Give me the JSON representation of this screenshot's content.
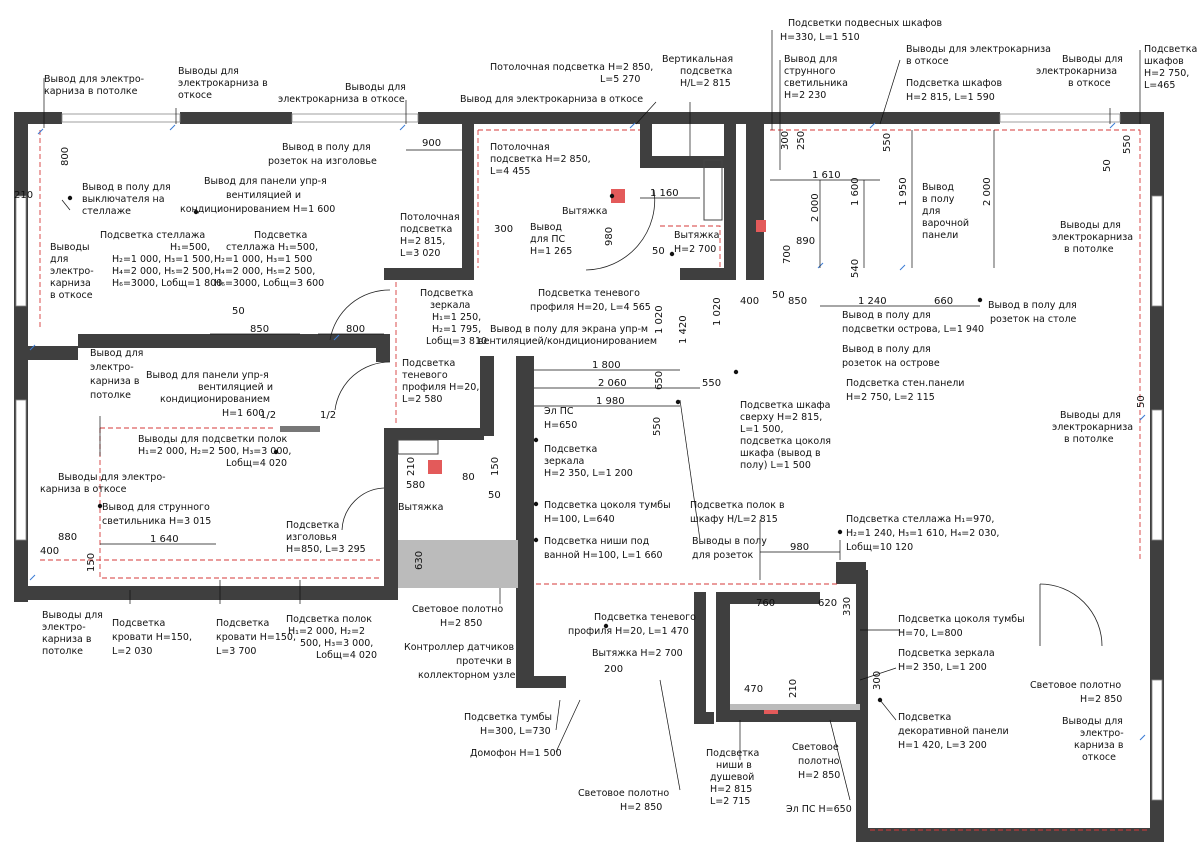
{
  "labels": [
    {
      "id": "l1",
      "lines": [
        "Вывод для электро-",
        "карниза в потолке"
      ]
    },
    {
      "id": "l2",
      "lines": [
        "Выводы для",
        "электрокарниза в",
        "откосе"
      ]
    },
    {
      "id": "l3",
      "lines": [
        "Выводы для",
        "электрокарниза в откосе"
      ]
    },
    {
      "id": "l4",
      "lines": [
        "Потолочная подсветка H=2 850,",
        "L=5 270"
      ]
    },
    {
      "id": "l5",
      "lines": [
        "Вывод для электрокарниза в откосе"
      ]
    },
    {
      "id": "l6",
      "lines": [
        "Вертикальная",
        "подсветка",
        "H/L=2 815"
      ]
    },
    {
      "id": "l7",
      "lines": [
        "Подсветки подвесных шкафов",
        "H=330, L=1 510"
      ]
    },
    {
      "id": "l8",
      "lines": [
        "Вывод для",
        "струнного",
        "светильника",
        "H=2 230"
      ]
    },
    {
      "id": "l9",
      "lines": [
        "Выводы для электрокарниза",
        "в откосе"
      ]
    },
    {
      "id": "l10",
      "lines": [
        "Подсветка шкафов",
        "H=2 815, L=1 590"
      ]
    },
    {
      "id": "l11",
      "lines": [
        "Выводы для",
        "электрокарниза",
        "в откосе"
      ]
    },
    {
      "id": "l12",
      "lines": [
        "Подсветка",
        "шкафов",
        "H=2 750,",
        "L=465"
      ]
    },
    {
      "id": "l13",
      "lines": [
        "Вывод в полу для",
        "розеток на изголовье"
      ]
    },
    {
      "id": "l14",
      "lines": [
        "Потолочная",
        "подсветка H=2 850,",
        "L=4 455"
      ]
    },
    {
      "id": "l15",
      "lines": [
        "Вывод в полу для",
        "выключателя на",
        "стеллаже"
      ]
    },
    {
      "id": "l16",
      "lines": [
        "Вывод для панели упр-я",
        "вентиляцией и",
        "кондиционированием H=1 600"
      ]
    },
    {
      "id": "l17",
      "lines": [
        "Вытяжка"
      ]
    },
    {
      "id": "l18",
      "lines": [
        "Вывод",
        "в полу",
        "для",
        "варочной",
        "панели"
      ]
    },
    {
      "id": "l19",
      "lines": [
        "Потолочная",
        "подсветка",
        "H=2 815,",
        "L=3 020"
      ]
    },
    {
      "id": "l20",
      "lines": [
        "Вывод",
        "для ПС",
        "H=1 265"
      ]
    },
    {
      "id": "l21",
      "lines": [
        "Вытяжка",
        "H=2 700"
      ]
    },
    {
      "id": "l22",
      "lines": [
        "Выводы для",
        "электрокарниза",
        "в потолке"
      ]
    },
    {
      "id": "l23",
      "lines": [
        "Выводы",
        "для",
        "электро-",
        "карниза",
        "в откосе"
      ]
    },
    {
      "id": "l24",
      "lines": [
        "Подсветка стеллажа",
        "H₁=500,",
        "H₂=1 000, H₃=1 500,",
        "H₄=2 000, H₅=2 500,",
        "H₆=3000, Lобщ=1 800"
      ]
    },
    {
      "id": "l25",
      "lines": [
        "Подсветка",
        "стеллажа H₁=500,",
        "H₂=1 000, H₃=1 500",
        "H₄=2 000, H₅=2 500,",
        "H₆=3000, Lобщ=3 600"
      ]
    },
    {
      "id": "l26",
      "lines": [
        "Подсветка теневого",
        "профиля H=20, L=4 565"
      ]
    },
    {
      "id": "l27",
      "lines": [
        "Вывод в полу для",
        "розеток на столе"
      ]
    },
    {
      "id": "l28",
      "lines": [
        "Подсветка",
        "зеркала",
        "H₁=1 250,",
        "H₂=1 795,",
        "Lобщ=3 810"
      ]
    },
    {
      "id": "l29",
      "lines": [
        "Вывод в полу для",
        "подсветки острова, L=1 940"
      ]
    },
    {
      "id": "l30",
      "lines": [
        "Вывод в полу для экрана упр-м",
        "вентиляцией/кондиционированием"
      ]
    },
    {
      "id": "l31",
      "lines": [
        "Вывод в полу для",
        "розеток на острове"
      ]
    },
    {
      "id": "l32",
      "lines": [
        "Вывод для",
        "электро-",
        "карниза в",
        "потолке"
      ]
    },
    {
      "id": "l33",
      "lines": [
        "Вывод для панели упр-я",
        "вентиляцией и",
        "кондиционированием",
        "H=1 600"
      ]
    },
    {
      "id": "l34",
      "lines": [
        "Подсветка",
        "теневого",
        "профиля H=20,",
        "L=2 580"
      ]
    },
    {
      "id": "l35",
      "lines": [
        "Подсветка стен.панели",
        "H=2 750, L=2 115"
      ]
    },
    {
      "id": "l36",
      "lines": [
        "Эл ПС",
        "H=650"
      ]
    },
    {
      "id": "l37",
      "lines": [
        "Подсветка шкафа",
        "сверху H=2 815,",
        "L=1 500,",
        "подсветка цоколя",
        "шкафа (вывод в",
        "полу) L=1 500"
      ]
    },
    {
      "id": "l38",
      "lines": [
        "Выводы для",
        "электрокарниза",
        "в потолке"
      ]
    },
    {
      "id": "l39",
      "lines": [
        "Выводы для подсветки полок",
        "H₁=2 000, H₂=2 500, H₃=3 000,",
        "Lобщ=4 020"
      ]
    },
    {
      "id": "l40",
      "lines": [
        "Подсветка",
        "зеркала",
        "H=2 350, L=1 200"
      ]
    },
    {
      "id": "l41",
      "lines": [
        "Выводы для электро-",
        "карниза в откосе"
      ]
    },
    {
      "id": "l42",
      "lines": [
        "Вытяжка"
      ]
    },
    {
      "id": "l43",
      "lines": [
        "Вывод для струнного",
        "светильника H=3 015"
      ]
    },
    {
      "id": "l44",
      "lines": [
        "Подсветка цоколя тумбы",
        "H=100, L=640"
      ]
    },
    {
      "id": "l45",
      "lines": [
        "Подсветка полок в",
        "шкафу H/L=2 815"
      ]
    },
    {
      "id": "l46",
      "lines": [
        "Подсветка",
        "изголовья",
        "H=850, L=3 295"
      ]
    },
    {
      "id": "l47",
      "lines": [
        "Подсветка ниши под",
        "ванной H=100, L=1 660"
      ]
    },
    {
      "id": "l48",
      "lines": [
        "Подсветка стеллажа H₁=970,",
        "H₂=1 240, H₃=1 610, H₄=2 030,",
        "Lобщ=10 120"
      ]
    },
    {
      "id": "l49",
      "lines": [
        "Выводы в полу",
        "для розеток"
      ]
    },
    {
      "id": "l50",
      "lines": [
        "Выводы для",
        "электро-",
        "карниза в",
        "потолке"
      ]
    },
    {
      "id": "l51",
      "lines": [
        "Подсветка",
        "кровати H=150,",
        "L=2 030"
      ]
    },
    {
      "id": "l52",
      "lines": [
        "Подсветка",
        "кровати H=150,",
        "L=3 700"
      ]
    },
    {
      "id": "l53",
      "lines": [
        "Подсветка полок",
        "H₁=2 000, H₂=2",
        "500, H₃=3 000,",
        "Lобщ=4 020"
      ]
    },
    {
      "id": "l54",
      "lines": [
        "Световое полотно",
        "H=2 850"
      ]
    },
    {
      "id": "l55",
      "lines": [
        "Подсветка теневого",
        "профиля H=20, L=1 470"
      ]
    },
    {
      "id": "l56",
      "lines": [
        "Подсветка цоколя тумбы",
        "H=70, L=800"
      ]
    },
    {
      "id": "l57",
      "lines": [
        "Вытяжка H=2 700"
      ]
    },
    {
      "id": "l58",
      "lines": [
        "Подсветка зеркала",
        "H=2 350, L=1 200"
      ]
    },
    {
      "id": "l59",
      "lines": [
        "Контроллер датчиков",
        "протечки в",
        "коллекторном узле"
      ]
    },
    {
      "id": "l60",
      "lines": [
        "Световое полотно",
        "H=2 850"
      ]
    },
    {
      "id": "l61",
      "lines": [
        "Подсветка",
        "декоративной панели",
        "H=1 420, L=3 200"
      ]
    },
    {
      "id": "l62",
      "lines": [
        "Выводы для",
        "электро-",
        "карниза в",
        "откосе"
      ]
    },
    {
      "id": "l63",
      "lines": [
        "Подсветка тумбы",
        "H=300, L=730"
      ]
    },
    {
      "id": "l64",
      "lines": [
        "Домофон H=1 500"
      ]
    },
    {
      "id": "l65",
      "lines": [
        "Световое",
        "полотно",
        "H=2 850"
      ]
    },
    {
      "id": "l66",
      "lines": [
        "Подсветка",
        "ниши в",
        "душевой",
        "H=2 815",
        "L=2 715"
      ]
    },
    {
      "id": "l67",
      "lines": [
        "Световое полотно",
        "H=2 850"
      ]
    },
    {
      "id": "l68",
      "lines": [
        "Эл ПС H=650"
      ]
    }
  ],
  "dimensions": [
    {
      "id": "d1",
      "text": "800"
    },
    {
      "id": "d2",
      "text": "210"
    },
    {
      "id": "d3",
      "text": "900"
    },
    {
      "id": "d4",
      "text": "300"
    },
    {
      "id": "d5",
      "text": "250"
    },
    {
      "id": "d6",
      "text": "550"
    },
    {
      "id": "d7",
      "text": "1 610"
    },
    {
      "id": "d8",
      "text": "1 160"
    },
    {
      "id": "d9",
      "text": "2 000"
    },
    {
      "id": "d10",
      "text": "1 600"
    },
    {
      "id": "d11",
      "text": "1 950"
    },
    {
      "id": "d12",
      "text": "2 000"
    },
    {
      "id": "d13",
      "text": "50"
    },
    {
      "id": "d14",
      "text": "550"
    },
    {
      "id": "d15",
      "text": "300"
    },
    {
      "id": "d16",
      "text": "980"
    },
    {
      "id": "d17",
      "text": "50"
    },
    {
      "id": "d18",
      "text": "890"
    },
    {
      "id": "d19",
      "text": "700"
    },
    {
      "id": "d20",
      "text": "540"
    },
    {
      "id": "d21",
      "text": "400"
    },
    {
      "id": "d22",
      "text": "50"
    },
    {
      "id": "d23",
      "text": "850"
    },
    {
      "id": "d24",
      "text": "1 240"
    },
    {
      "id": "d25",
      "text": "660"
    },
    {
      "id": "d26",
      "text": "50"
    },
    {
      "id": "d27",
      "text": "850"
    },
    {
      "id": "d28",
      "text": "800"
    },
    {
      "id": "d29",
      "text": "1 020"
    },
    {
      "id": "d30",
      "text": "1 420"
    },
    {
      "id": "d31",
      "text": "1 020"
    },
    {
      "id": "d32",
      "text": "1 800"
    },
    {
      "id": "d33",
      "text": "2 060"
    },
    {
      "id": "d34",
      "text": "650"
    },
    {
      "id": "d35",
      "text": "550"
    },
    {
      "id": "d36",
      "text": "1 980"
    },
    {
      "id": "d37",
      "text": "1/2"
    },
    {
      "id": "d38",
      "text": "1/2"
    },
    {
      "id": "d39",
      "text": "550"
    },
    {
      "id": "d40",
      "text": "50"
    },
    {
      "id": "d41",
      "text": "210"
    },
    {
      "id": "d42",
      "text": "150"
    },
    {
      "id": "d43",
      "text": "580"
    },
    {
      "id": "d44",
      "text": "80"
    },
    {
      "id": "d45",
      "text": "50"
    },
    {
      "id": "d46",
      "text": "880"
    },
    {
      "id": "d47",
      "text": "1 640"
    },
    {
      "id": "d48",
      "text": "400"
    },
    {
      "id": "d49",
      "text": "150"
    },
    {
      "id": "d50",
      "text": "630"
    },
    {
      "id": "d51",
      "text": "980"
    },
    {
      "id": "d52",
      "text": "760"
    },
    {
      "id": "d53",
      "text": "620"
    },
    {
      "id": "d54",
      "text": "330"
    },
    {
      "id": "d55",
      "text": "200"
    },
    {
      "id": "d56",
      "text": "470"
    },
    {
      "id": "d57",
      "text": "210"
    },
    {
      "id": "d58",
      "text": "300"
    }
  ],
  "colors": {
    "wall": "#3f3f3f",
    "accent_red": "#d43a3a",
    "marker": "#e35a5a",
    "blue": "#3a7bd5"
  }
}
